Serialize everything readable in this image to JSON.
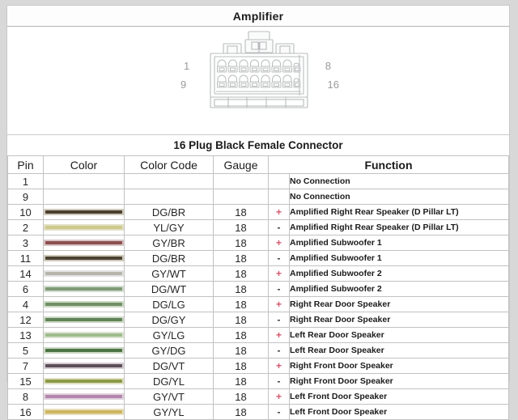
{
  "page": {
    "title": "Amplifier",
    "subtitle": "16 Plug Black Female Connector"
  },
  "connector": {
    "name": "16-pin-automotive-connector",
    "rows": 2,
    "pins_per_row": 8,
    "labels": {
      "top_left": "1",
      "top_right": "8",
      "bottom_left": "9",
      "bottom_right": "16"
    }
  },
  "table": {
    "headers": {
      "pin": "Pin",
      "color": "Color",
      "color_code": "Color Code",
      "gauge": "Gauge",
      "function": "Function"
    },
    "rows": [
      {
        "pin": "1",
        "color_code": "",
        "gauge": "",
        "polarity": "",
        "function": "No Connection",
        "swatch": null
      },
      {
        "pin": "9",
        "color_code": "",
        "gauge": "",
        "polarity": "",
        "function": "No Connection",
        "swatch": null
      },
      {
        "pin": "10",
        "color_code": "DG/BR",
        "gauge": "18",
        "polarity": "+",
        "function": "Amplified Right Rear Speaker (D Pillar LT)",
        "swatch": {
          "outer": "#cfc9bb",
          "inner": "#4a3f2c"
        }
      },
      {
        "pin": "2",
        "color_code": "YL/GY",
        "gauge": "18",
        "polarity": "-",
        "function": "Amplified Right Rear Speaker (D Pillar LT)",
        "swatch": {
          "outer": "#e3e0c4",
          "inner": "#cdc98c"
        }
      },
      {
        "pin": "3",
        "color_code": "GY/BR",
        "gauge": "18",
        "polarity": "+",
        "function": "Amplified Subwoofer 1",
        "swatch": {
          "outer": "#d7c3c3",
          "inner": "#8c4f50"
        }
      },
      {
        "pin": "11",
        "color_code": "DG/BR",
        "gauge": "18",
        "polarity": "-",
        "function": "Amplified Subwoofer 1",
        "swatch": {
          "outer": "#cfc9bb",
          "inner": "#4b4232"
        }
      },
      {
        "pin": "14",
        "color_code": "GY/WT",
        "gauge": "18",
        "polarity": "+",
        "function": "Amplified Subwoofer 2",
        "swatch": {
          "outer": "#e2e2e2",
          "inner": "#b5b5ad"
        }
      },
      {
        "pin": "6",
        "color_code": "DG/WT",
        "gauge": "18",
        "polarity": "-",
        "function": "Amplified Subwoofer 2",
        "swatch": {
          "outer": "#d3ddd0",
          "inner": "#7e9a76"
        }
      },
      {
        "pin": "4",
        "color_code": "DG/LG",
        "gauge": "18",
        "polarity": "+",
        "function": "Right Rear Door Speaker",
        "swatch": {
          "outer": "#cdd9c6",
          "inner": "#6f9064"
        }
      },
      {
        "pin": "12",
        "color_code": "DG/GY",
        "gauge": "18",
        "polarity": "-",
        "function": "Right Rear Door Speaker",
        "swatch": {
          "outer": "#cdd8c6",
          "inner": "#5f8356"
        }
      },
      {
        "pin": "13",
        "color_code": "GY/LG",
        "gauge": "18",
        "polarity": "+",
        "function": "Left Rear Door Speaker",
        "swatch": {
          "outer": "#dde4d3",
          "inner": "#9fbb8e"
        }
      },
      {
        "pin": "5",
        "color_code": "GY/DG",
        "gauge": "18",
        "polarity": "-",
        "function": "Left Rear Door Speaker",
        "swatch": {
          "outer": "#cdd8c4",
          "inner": "#4c7344"
        }
      },
      {
        "pin": "7",
        "color_code": "DG/VT",
        "gauge": "18",
        "polarity": "+",
        "function": "Right Front  Door Speaker",
        "swatch": {
          "outer": "#d5cdd2",
          "inner": "#5c4f59"
        }
      },
      {
        "pin": "15",
        "color_code": "DG/YL",
        "gauge": "18",
        "polarity": "-",
        "function": "Right Front  Door Speaker",
        "swatch": {
          "outer": "#dfe0bf",
          "inner": "#8a9a46"
        }
      },
      {
        "pin": "8",
        "color_code": "GY/VT",
        "gauge": "18",
        "polarity": "+",
        "function": "Left Front  Door Speaker",
        "swatch": {
          "outer": "#e0d2dd",
          "inner": "#b386ad"
        }
      },
      {
        "pin": "16",
        "color_code": "GY/YL",
        "gauge": "18",
        "polarity": "-",
        "function": "Left Front  Door Speaker",
        "swatch": {
          "outer": "#e7dfbd",
          "inner": "#cfb560"
        }
      }
    ]
  }
}
